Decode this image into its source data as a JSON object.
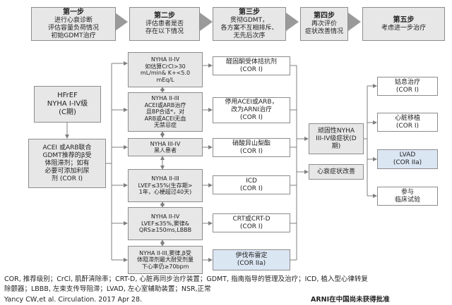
{
  "steps": [
    {
      "title": "第一步",
      "lines": [
        "进行心衰诊断",
        "评估容量负荷情况",
        "初始GDMT治疗"
      ]
    },
    {
      "title": "第二步",
      "lines": [
        "评估患者是否",
        "存在以下情况"
      ]
    },
    {
      "title": "第三步",
      "lines": [
        "贯彻GDMT，",
        "各方案不互相排斥、",
        "无先后次序"
      ]
    },
    {
      "title": "第四步",
      "lines": [
        "再次评价",
        "症状改善情况"
      ]
    },
    {
      "title": "第五步",
      "lines": [
        "考虑进一步治疗"
      ]
    }
  ],
  "hfref": {
    "lines": [
      "HFrEF",
      "NYHA I-IV级",
      "(C期)"
    ]
  },
  "initial_therapy": {
    "lines": [
      "ACEI 或ARB联合",
      "GDMT推荐的β受",
      "体阻滞剂；如有",
      "必要可添加利尿",
      "剂 (COR I)"
    ]
  },
  "conditions": [
    {
      "lines": [
        "NYHA II-IV",
        "如估算CrCl>30",
        "mL/min& K+<5.0",
        "mEq/L"
      ]
    },
    {
      "lines": [
        "NYHA II-III",
        "ACEI或ARB治疗",
        "且BP合适*，对",
        "ARB或ACEI无血",
        "无禁忌症"
      ]
    },
    {
      "lines": [
        "NYHA III-IV",
        "黑人患者"
      ]
    },
    {
      "lines": [
        "NYHA II-III",
        "LVEF≤35%(生存期>",
        "1年，心梗超过40天)"
      ]
    },
    {
      "lines": [
        "NYHA II-IV",
        "LVEF≤35%,窦律&",
        "QRS≥150ms,LBBB"
      ]
    },
    {
      "lines": [
        "NYHA II-III,窦律,β受",
        "体阻滞剂最大耐受剂量",
        "下心率仍≥70bpm"
      ]
    }
  ],
  "treatments": [
    {
      "lines": [
        "醛固酮受体拮抗剂",
        "(COR I)"
      ]
    },
    {
      "lines": [
        "停用ACEI或ARB，",
        "改为ARNI治疗",
        "(COR I)"
      ]
    },
    {
      "lines": [
        "硝酸异山梨酯",
        "(COR I)"
      ]
    },
    {
      "lines": [
        "ICD",
        "(COR I)"
      ]
    },
    {
      "lines": [
        "CRT或CRT-D",
        "(COR I)"
      ]
    },
    {
      "lines": [
        "伊伐布雷定",
        "(COR IIa)"
      ]
    }
  ],
  "refractory": {
    "lines": [
      "顽固性NYHA",
      "III-IV级症状(D",
      "期)"
    ]
  },
  "improved": {
    "lines": [
      "心衰症状改善"
    ]
  },
  "further": [
    {
      "lines": [
        "姑息治疗",
        "(COR I)"
      ]
    },
    {
      "lines": [
        "心脏移植",
        "(COR I)"
      ]
    },
    {
      "lines": [
        "LVAD",
        "(COR IIa)"
      ]
    },
    {
      "lines": [
        "参与",
        "临床试验"
      ]
    }
  ],
  "footnote": {
    "line1": "COR, 推荐级别；CrCl, 肌酐清除率；CRT-D, 心脏再同步治疗装置；GDMT, 指南指导的管理及治疗；ICD, 植入型心律转复",
    "line2": "除颤器；LBBB, 左束支传导阻滞；LVAD, 左心室辅助装置；NSR,正常",
    "citation": "Yancy CW,et al. Circulation. 2017 Apr 28.",
    "note": "ARNI在中国尚未获得批准"
  },
  "colors": {
    "gray": "#e7e7e7",
    "blue": "#dbe6f3",
    "border": "#8c8c8c",
    "arrow": "#7f7f7f"
  }
}
